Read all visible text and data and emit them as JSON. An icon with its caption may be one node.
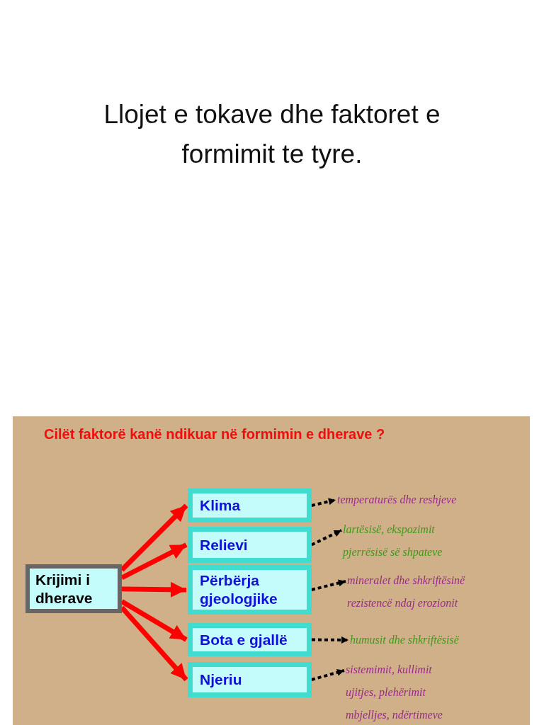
{
  "diagram": {
    "title": "Llojet e tokave dhe faktoret e formimit te tyre.",
    "nodes": [
      {
        "text": [
          "Cilët faktorë kanë ndikuar në formimin e dherave ?"
        ]
      },
      {
        "text": [
          "Krijimi i dherave"
        ],
        "in": 0
      },
      {
        "text": [
          "Klima"
        ],
        "in": 0
      },
      {
        "text": [
          "Relievi"
        ],
        "in": 0
      },
      {
        "text": [
          "Përbërja gjeologjike"
        ],
        "in": 0
      },
      {
        "text": [
          "Bota e gjallë"
        ],
        "in": 0
      },
      {
        "text": [
          "Njeriu"
        ],
        "in": 0
      },
      {
        "text": [
          "temperaturës dhe reshjeve"
        ],
        "in": 0
      },
      {
        "text": [
          "lartësisë, ekspozimit",
          "pjerrësisë së shpateve"
        ],
        "in": 0
      },
      {
        "text": [
          "mineralet dhe shkriftësinë",
          "rezistencë ndaj erozionit"
        ],
        "in": 0
      },
      {
        "text": [
          "humusit dhe shkriftësisë"
        ],
        "in": 0
      },
      {
        "text": [
          "sistemimit, kullimit",
          "ujitjes, plehërimit",
          "mbjelljes, ndërtimeve"
        ],
        "in": 0
      }
    ],
    "edges": [
      {
        "from": 1,
        "to": 2,
        "arrow": "to",
        "color": "#ff0000"
      },
      {
        "from": 1,
        "to": 3,
        "arrow": "to",
        "color": "#ff0000"
      },
      {
        "from": 1,
        "to": 4,
        "arrow": "to",
        "color": "#ff0000"
      },
      {
        "from": 1,
        "to": 5,
        "arrow": "to",
        "color": "#ff0000"
      },
      {
        "from": 1,
        "to": 6,
        "arrow": "to",
        "color": "#ff0000"
      },
      {
        "from": 2,
        "to": 7,
        "arrow": "to",
        "style": "dashed",
        "color": "#000000"
      },
      {
        "from": 3,
        "to": 8,
        "arrow": "to",
        "style": "dashed",
        "color": "#000000"
      },
      {
        "from": 4,
        "to": 9,
        "arrow": "to",
        "style": "dashed",
        "color": "#000000"
      },
      {
        "from": 5,
        "to": 10,
        "arrow": "to",
        "style": "dashed",
        "color": "#000000"
      },
      {
        "from": 6,
        "to": 11,
        "arrow": "to",
        "style": "dashed",
        "color": "#000000"
      }
    ]
  }
}
